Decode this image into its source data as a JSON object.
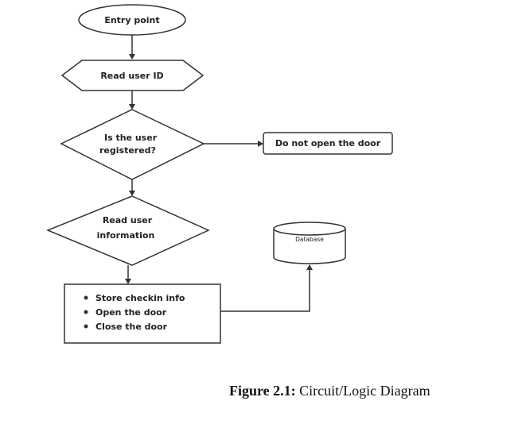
{
  "diagram": {
    "nodes": {
      "entry": "Entry point",
      "read_id": "Read user ID",
      "registered": [
        "Is the user",
        "registered?"
      ],
      "no_open": "Do not open the door",
      "read_info": [
        "Read user",
        "information"
      ],
      "database": "Database",
      "actions": [
        "Store checkin info",
        "Open the door",
        "Close the door"
      ]
    }
  },
  "caption": {
    "label": "Figure 2.1:",
    "text": " Circuit/Logic Diagram"
  }
}
